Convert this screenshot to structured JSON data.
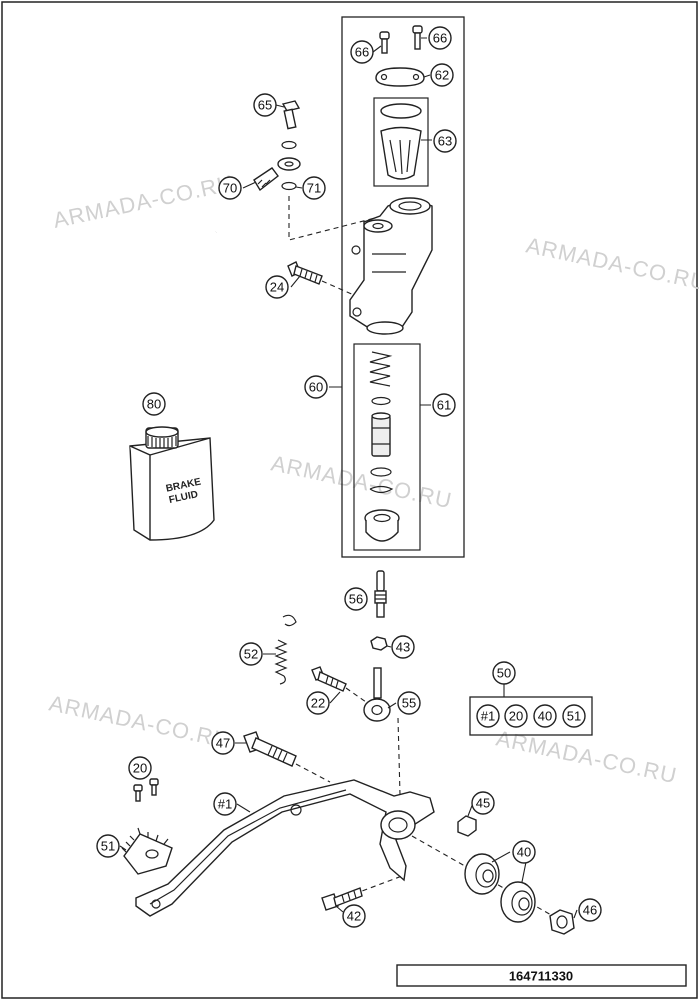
{
  "watermark": "ARMADA-CO.RU",
  "doc_number": "164711330",
  "bottle_label": [
    "BRAKE",
    "FLUID"
  ],
  "callouts": {
    "c66a": "66",
    "c66b": "66",
    "c62": "62",
    "c63": "63",
    "c65": "65",
    "c70": "70",
    "c71": "71",
    "c24": "24",
    "c60": "60",
    "c61": "61",
    "c80": "80",
    "c56": "56",
    "c52": "52",
    "c43": "43",
    "c22": "22",
    "c55": "55",
    "c50": "50",
    "c47": "47",
    "c20": "20",
    "c1": "#1",
    "c45": "45",
    "c51": "51",
    "c40": "40",
    "c42": "42",
    "c46": "46"
  },
  "kit_50": [
    "#1",
    "20",
    "40",
    "51"
  ]
}
